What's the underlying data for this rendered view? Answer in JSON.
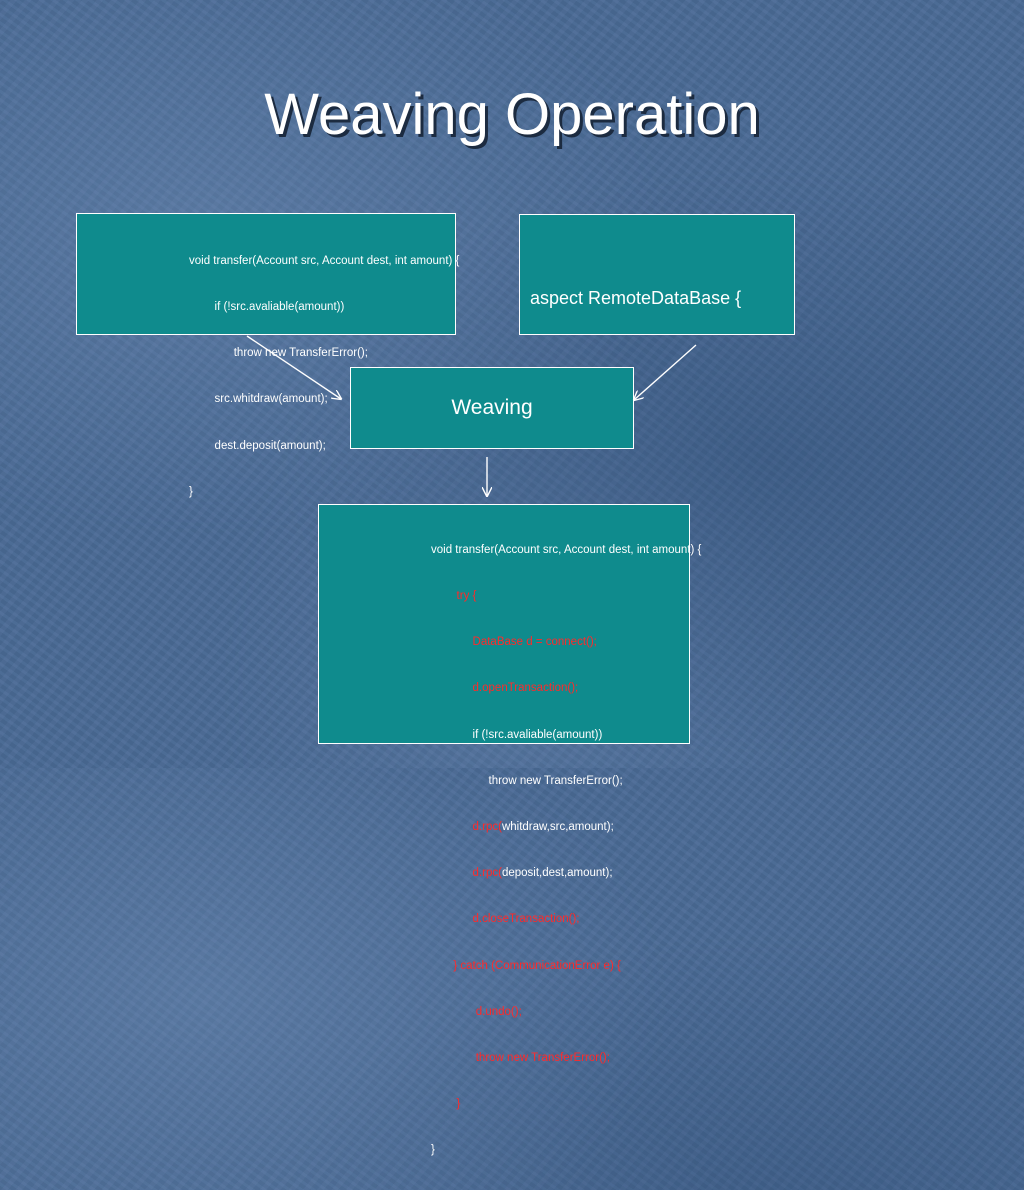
{
  "slide": {
    "title": "Weaving Operation"
  },
  "source_code": {
    "lines": [
      "void transfer(Account src, Account dest, int amount) {",
      "        if (!src.avaliable(amount))",
      "              throw new TransferError();",
      "        src.whitdraw(amount);",
      "        dest.deposit(amount);",
      "}"
    ]
  },
  "aspect": {
    "lines": [
      "aspect RemoteDataBase {",
      "  …..",
      "}"
    ]
  },
  "weaving": {
    "label": "Weaving"
  },
  "result_code": {
    "l1": "void transfer(Account src, Account dest, int amount) {",
    "l2": "        try {",
    "l3": "             DataBase d = connect();",
    "l4": "             d.openTransaction();",
    "l5": "             if (!src.avaliable(amount))",
    "l6": "                  throw new TransferError();",
    "l7_red": "             d.rpc(",
    "l7_rest": "whitdraw,src,amount);",
    "l8_red": "             d.rpc(",
    "l8_rest": "deposit,dest,amount);",
    "l9": "             d.closeTransaction();",
    "l10": "       } catch (CommunicationError e) {",
    "l11": "              d.undo();",
    "l12": "              throw new TransferError();",
    "l13": "        }",
    "l14": "}"
  },
  "colors": {
    "box_fill": "#0f8b8d",
    "highlight": "#ff2a2a",
    "background": "#4a6a96"
  }
}
